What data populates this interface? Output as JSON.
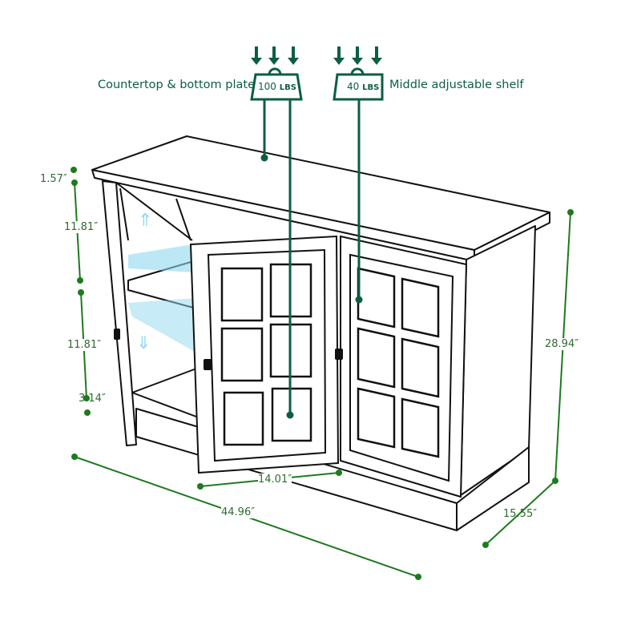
{
  "weights": [
    {
      "label": "Countertop & bottom plate",
      "value": "100",
      "unit": "LBS"
    },
    {
      "label": "Middle adjustable shelf",
      "value": "40",
      "unit": "LBS"
    }
  ],
  "dimensions": {
    "top_thickness": "1.57″",
    "upper_shelf_height": "11.81″",
    "lower_shelf_height": "11.81″",
    "base_height": "3.14″",
    "total_height": "28.94″",
    "depth": "15.55″",
    "width": "44.96″",
    "door_width": "14.01″"
  },
  "colors": {
    "label": "#0b5e44",
    "dimension": "#1e7a1e",
    "shelf_highlight": "#8fd8f0",
    "outline": "#111111"
  }
}
